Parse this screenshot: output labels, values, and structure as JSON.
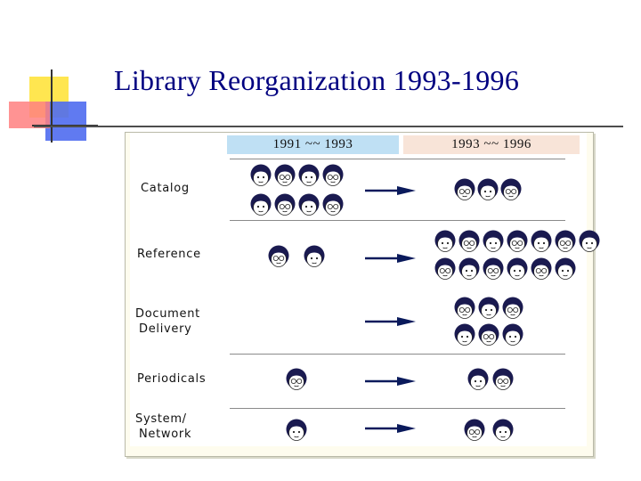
{
  "slide": {
    "title": "Library Reorganization 1993-1996"
  },
  "table": {
    "columns": [
      "1991 ~~ 1993",
      "1993 ~~ 1996"
    ],
    "rows": [
      {
        "name": "catalog",
        "label_lines": [
          "Catalog"
        ],
        "staff_before": 8,
        "staff_after": 3
      },
      {
        "name": "reference",
        "label_lines": [
          "Reference"
        ],
        "staff_before": 2,
        "staff_after": 13
      },
      {
        "name": "document-delivery",
        "label_lines": [
          "Document",
          "Delivery"
        ],
        "staff_before": 0,
        "staff_after": 6
      },
      {
        "name": "periodicals",
        "label_lines": [
          "Periodicals"
        ],
        "staff_before": 1,
        "staff_after": 2
      },
      {
        "name": "system-network",
        "label_lines": [
          "System/",
          "Network"
        ],
        "staff_before": 1,
        "staff_after": 2
      }
    ]
  },
  "colors": {
    "title": "#000080",
    "arrow": "#0a1a5c",
    "hair": "#1a1a50",
    "header_before_bg": "#bfe0f4",
    "header_after_bg": "#f8e4d8",
    "panel_bg": "#fefcee"
  },
  "icons": {
    "staff": "person-face-icon",
    "transition": "right-arrow-icon"
  }
}
